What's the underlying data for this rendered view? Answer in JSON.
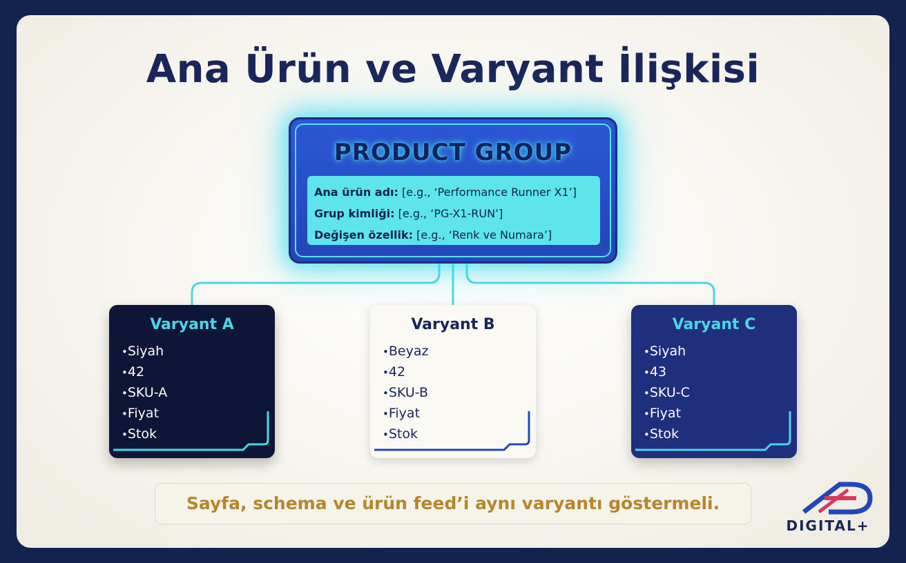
{
  "title": "Ana Ürün ve Varyant İlişkisi",
  "product_group": {
    "title": "PRODUCT GROUP",
    "rows": [
      {
        "key": "Ana ürün adı:",
        "value": "[e.g., ‘Performance Runner X1’]"
      },
      {
        "key": "Grup kimliği:",
        "value": "[e.g., ‘PG-X1-RUN’]"
      },
      {
        "key": "Değişen özellik:",
        "value": "[e.g., ‘Renk ve Numara’]"
      }
    ]
  },
  "variants": [
    {
      "name": "Varyant A",
      "items": [
        "Siyah",
        "42",
        "SKU-A",
        "Fiyat",
        "Stok"
      ]
    },
    {
      "name": "Varyant B",
      "items": [
        "Beyaz",
        "42",
        "SKU-B",
        "Fiyat",
        "Stok"
      ]
    },
    {
      "name": "Varyant C",
      "items": [
        "Siyah",
        "43",
        "SKU-C",
        "Fiyat",
        "Stok"
      ]
    }
  ],
  "note": "Sayfa, schema ve ürün feed’i aynı varyantı göstermeli.",
  "logo": {
    "text": "DIGITAL+"
  },
  "colors": {
    "navy": "#1a2659",
    "cyan": "#4bd6e6",
    "gold": "#b8862a",
    "blue": "#2346b8"
  }
}
